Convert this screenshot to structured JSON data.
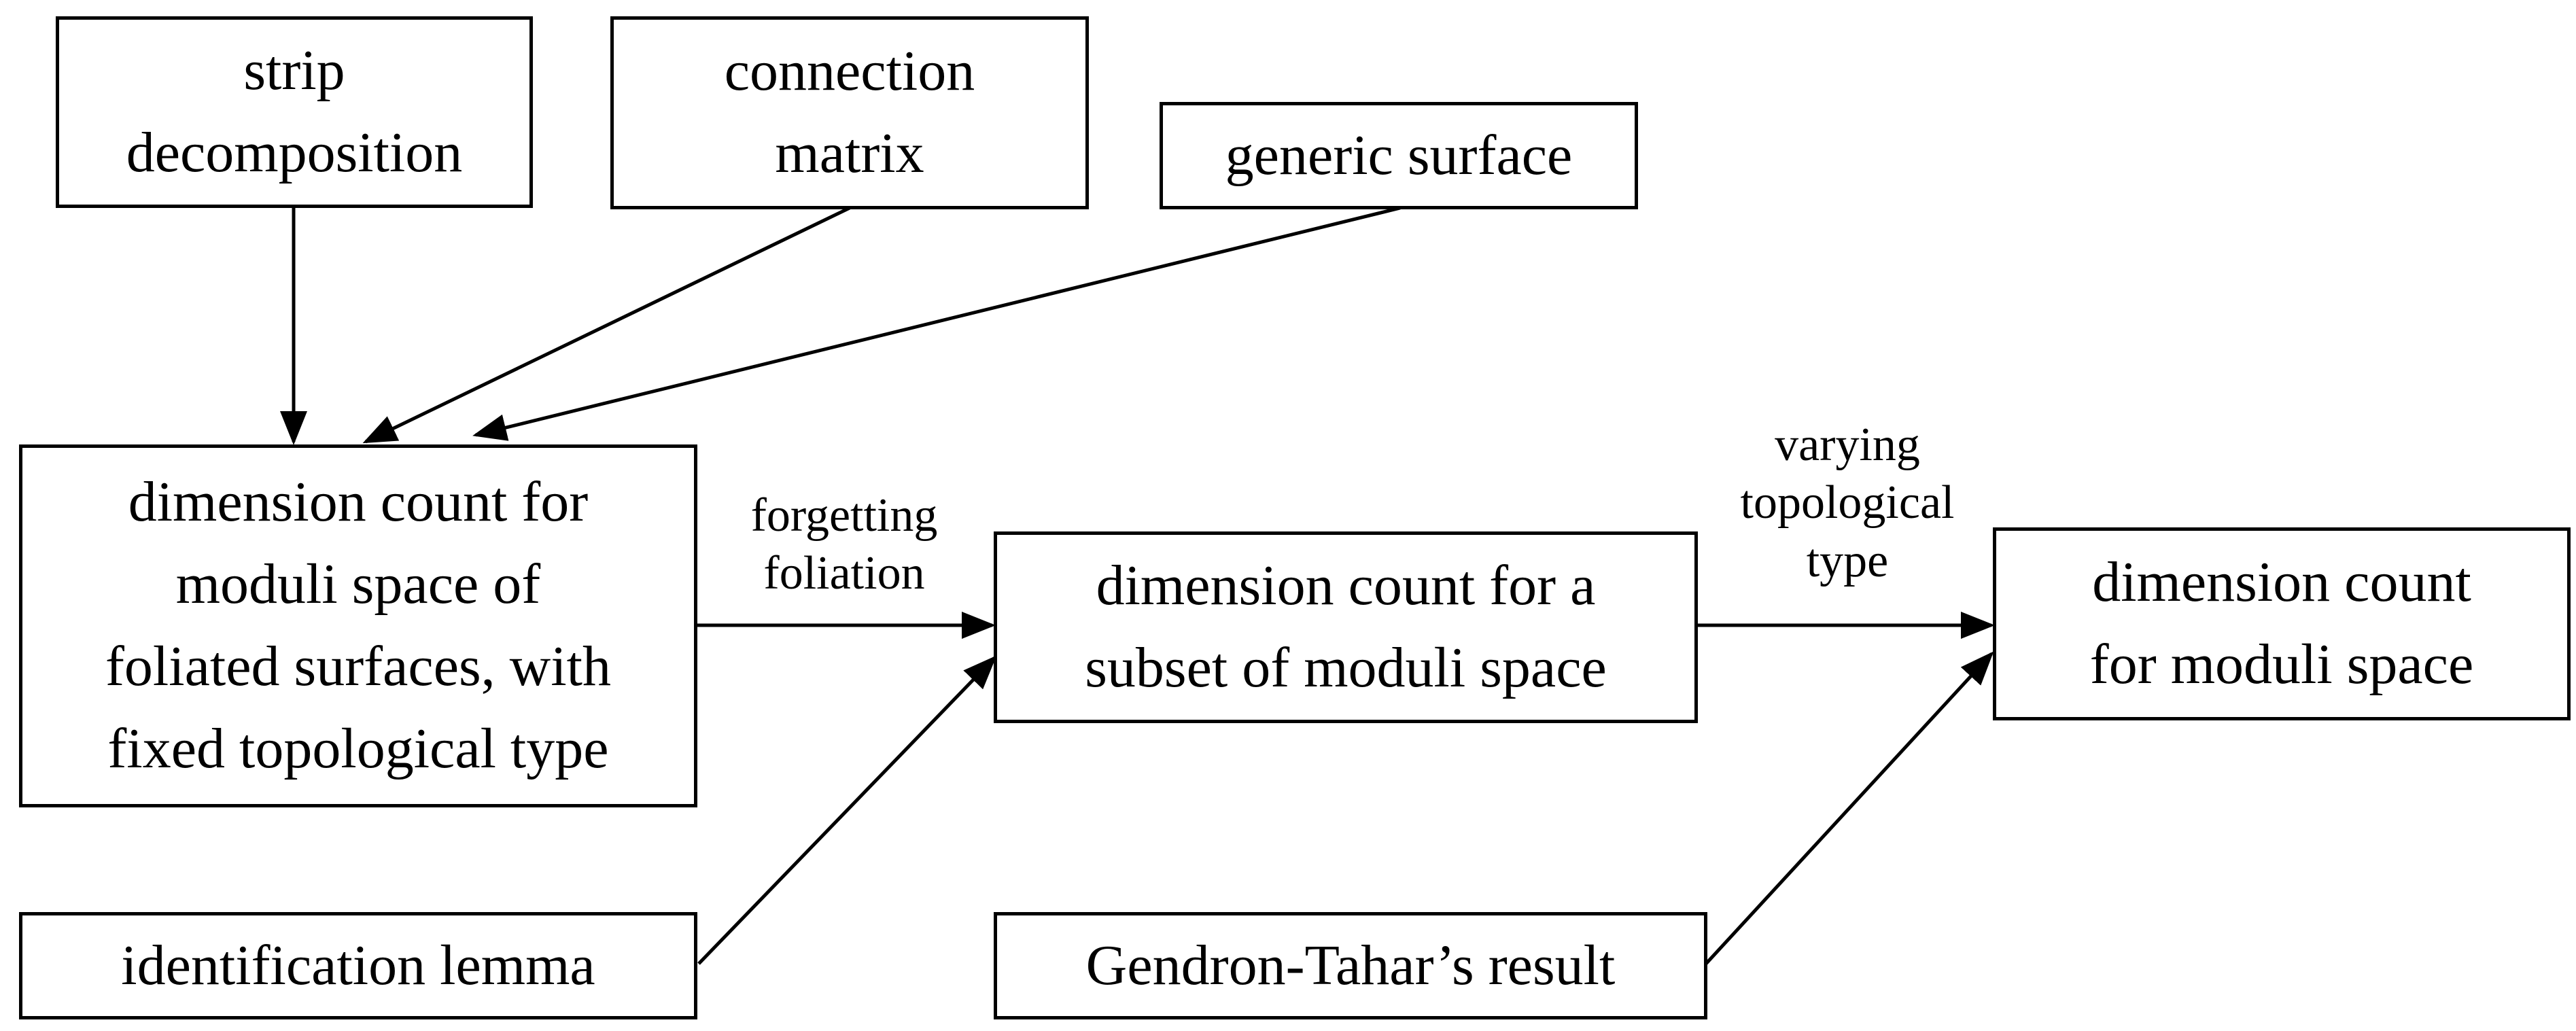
{
  "nodes": {
    "strip": "strip\ndecomposition",
    "connection": "connection\nmatrix",
    "generic": "generic surface",
    "foliated": "dimension count for\nmoduli space of\nfoliated surfaces, with\nfixed topological type",
    "identification": "identification lemma",
    "subset": "dimension count for a\nsubset of moduli space",
    "gendron": "Gendron-Tahar’s result",
    "moduli": "dimension count\nfor moduli space"
  },
  "edge_labels": {
    "forgetting": "forgetting\nfoliation",
    "varying": "varying\ntopological\ntype"
  },
  "colors": {
    "stroke": "#000000",
    "background": "#ffffff"
  }
}
